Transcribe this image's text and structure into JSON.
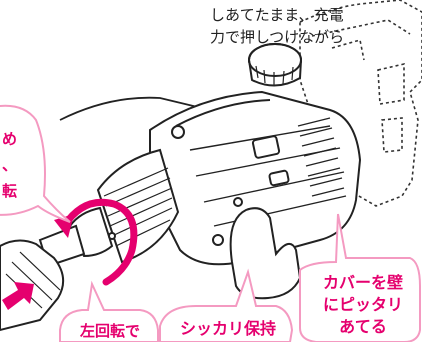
{
  "instruction": {
    "line1": "しあてたまま、充電",
    "line2": "力で押しつけながら"
  },
  "callouts": {
    "left_top": [
      "め",
      "、",
      "転"
    ],
    "cover": [
      "カバーを壁",
      "にピッタリ",
      "あてる"
    ],
    "hold": "シッカリ保持",
    "rotate": "左回転で"
  },
  "colors": {
    "accent": "#e5006e",
    "accent_light": "#f49ac1",
    "line": "#222222",
    "dashed": "#333333"
  },
  "icons": {
    "rotate_arrow": "curved-arrow-icon",
    "push_arrow": "push-arrow-icon"
  }
}
